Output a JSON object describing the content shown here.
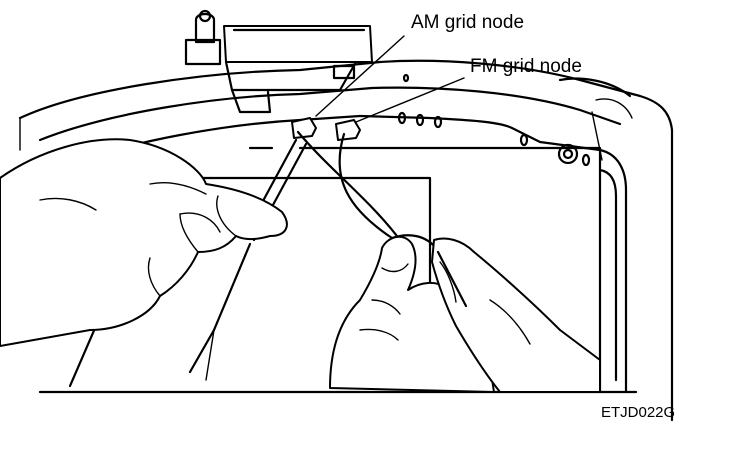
{
  "labels": {
    "am_grid_node": "AM grid node",
    "fm_grid_node": "FM grid node",
    "figure_code": "ETJD022G"
  },
  "colors": {
    "ink": "#000000",
    "background": "#ffffff"
  }
}
